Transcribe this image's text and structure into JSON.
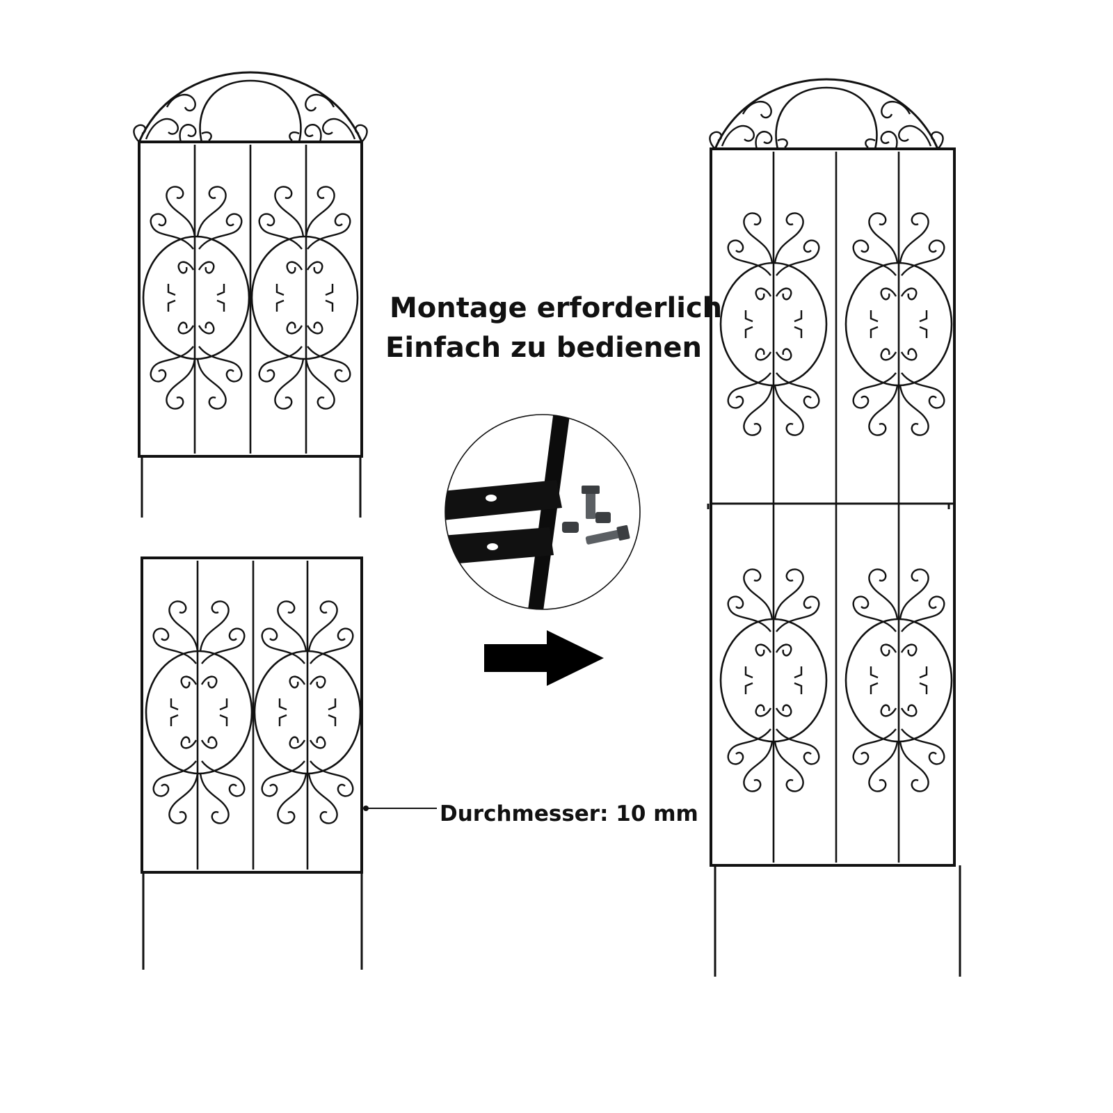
{
  "headline": {
    "line1": "Montage erforderlich",
    "line2": "Einfach zu bedienen"
  },
  "diameter_label": "Durchmesser: 10 mm",
  "colors": {
    "metal": "#111111",
    "background": "#ffffff",
    "bolt": "#5b5f63",
    "bolt_dark": "#3b3e41"
  },
  "icons": {
    "arrow": "right-arrow-icon",
    "detail": "bolt-connection-detail"
  }
}
